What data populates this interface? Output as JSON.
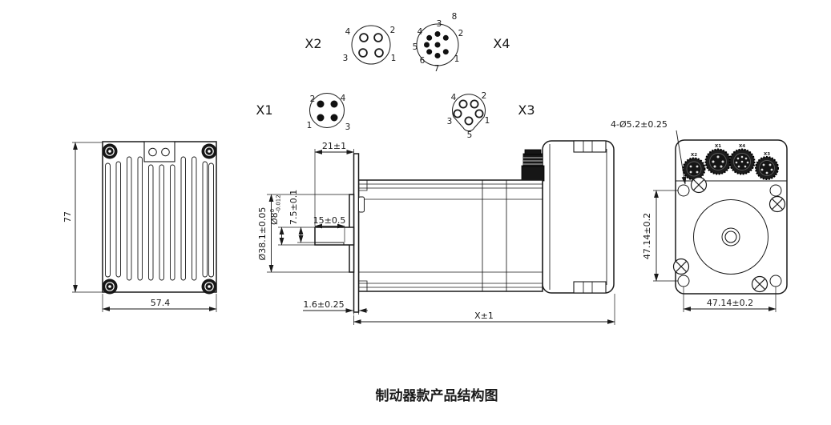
{
  "caption": "制动器款产品结构图",
  "pinouts": {
    "x1": {
      "designator": "X1",
      "pins": [
        "2",
        "4",
        "1",
        "3"
      ]
    },
    "x2": {
      "designator": "X2",
      "pins": [
        "4",
        "2",
        "3",
        "1"
      ]
    },
    "x3": {
      "designator": "X3",
      "pins": [
        "4",
        "2",
        "3",
        "1",
        "5"
      ]
    },
    "x4": {
      "designator": "X4",
      "pins": [
        "8",
        "3",
        "2",
        "4",
        "5",
        "6",
        "7",
        "1"
      ]
    }
  },
  "left_view": {
    "height_dim": "77",
    "width_dim": "57.4"
  },
  "middle_view": {
    "shaft_length_dim": "21±1",
    "boss_dia_dim": "Ø38.1±0.05",
    "shaft_dia_dim": "Ø8",
    "shaft_dia_tol_upper": "0",
    "shaft_dia_tol_lower": "-0.012",
    "flat_height_dim": "7.5±0.1",
    "flat_length_dim": "15±0.5",
    "flange_thickness_dim": "1.6±0.25",
    "total_length_dim": "X±1"
  },
  "right_view": {
    "mounting_hole_callout": "4-Ø5.2±0.25",
    "hole_pitch_v": "47.14±0.2",
    "hole_pitch_h": "47.14±0.2",
    "connector_labels": [
      "X2",
      "X1",
      "X4",
      "X3"
    ]
  },
  "colors": {
    "line": "#1a1a1a",
    "background": "#ffffff",
    "connector_fill": "#161616"
  }
}
